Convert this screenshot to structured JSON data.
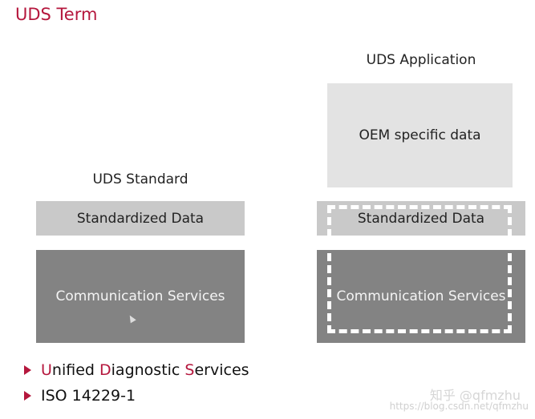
{
  "title": "UDS Term",
  "left_stack": {
    "caption": "UDS Standard",
    "standardized_data": "Standardized Data",
    "communication_services": "Communication Services"
  },
  "right_stack": {
    "caption": "UDS Application",
    "oem_data": "OEM specific data",
    "standardized_data": "Standardized Data",
    "communication_services": "Communication Services"
  },
  "bullets": [
    {
      "parts": [
        {
          "text": "U",
          "highlight": true
        },
        {
          "text": "nified ",
          "highlight": false
        },
        {
          "text": "D",
          "highlight": true
        },
        {
          "text": "iagnostic ",
          "highlight": false
        },
        {
          "text": "S",
          "highlight": true
        },
        {
          "text": "ervices",
          "highlight": false
        }
      ]
    },
    {
      "parts": [
        {
          "text": "ISO 14229-1",
          "highlight": false
        }
      ]
    }
  ],
  "watermark": {
    "text": "知乎 @qfmzhu",
    "url": "https://blog.csdn.net/qfmzhu"
  },
  "colors": {
    "accent": "#b5173d",
    "light_box": "#e3e3e3",
    "mid_box": "#c9c9c9",
    "dark_box": "#838383"
  }
}
